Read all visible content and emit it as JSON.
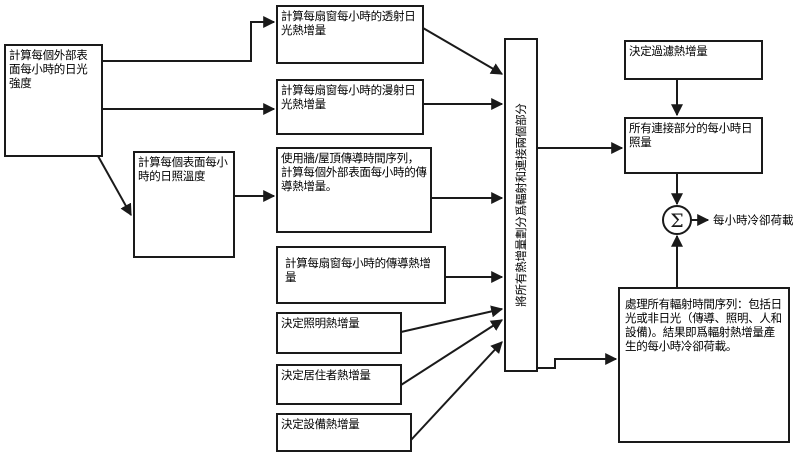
{
  "diagram": {
    "type": "flowchart",
    "nodes": {
      "solar_intensity": "計算每個外部表面每小時的日光強度",
      "sol_air_temp": "計算每個表面每小時的日照溫度",
      "window_transmitted": "計算每扇窗每小時的透射日光熱增量",
      "window_diffuse": "計算每扇窗每小時的漫射日光熱增量",
      "wall_roof_conduction": "使用牆/屋頂傳導時間序列，計算每個外部表面每小時的傳導熱增量。",
      "window_conduction": "計算每扇窗每小時的傳導熱增量",
      "lighting": "決定照明熱增量",
      "occupants": "決定居住者熱增量",
      "equipment": "決定設備熱增量",
      "split_bar": "將所有熱增量劃分爲輻射和連接兩個部分",
      "infiltration": "決定過濾熱增量",
      "convective_total": "所有連接部分的每小時日照量",
      "radiant_processing": "處理所有輻射時間序列：包括日光或非日光（傳導、照明、人和設備)。結果即爲輻射熱增量產生的每小時冷卻荷載。",
      "sum_symbol": "Σ",
      "output_label": "每小時冷卻荷載"
    },
    "edges": [
      [
        "solar_intensity",
        "window_transmitted"
      ],
      [
        "solar_intensity",
        "window_diffuse"
      ],
      [
        "solar_intensity",
        "sol_air_temp"
      ],
      [
        "sol_air_temp",
        "wall_roof_conduction"
      ],
      [
        "window_transmitted",
        "split_bar"
      ],
      [
        "window_diffuse",
        "split_bar"
      ],
      [
        "wall_roof_conduction",
        "split_bar"
      ],
      [
        "window_conduction",
        "split_bar"
      ],
      [
        "lighting",
        "split_bar"
      ],
      [
        "occupants",
        "split_bar"
      ],
      [
        "equipment",
        "split_bar"
      ],
      [
        "split_bar",
        "convective_total"
      ],
      [
        "split_bar",
        "radiant_processing"
      ],
      [
        "infiltration",
        "convective_total"
      ],
      [
        "convective_total",
        "sum_symbol"
      ],
      [
        "radiant_processing",
        "sum_symbol"
      ],
      [
        "sum_symbol",
        "output_label"
      ]
    ],
    "colors": {
      "stroke": "#1a1a1a",
      "background": "#ffffff"
    }
  }
}
